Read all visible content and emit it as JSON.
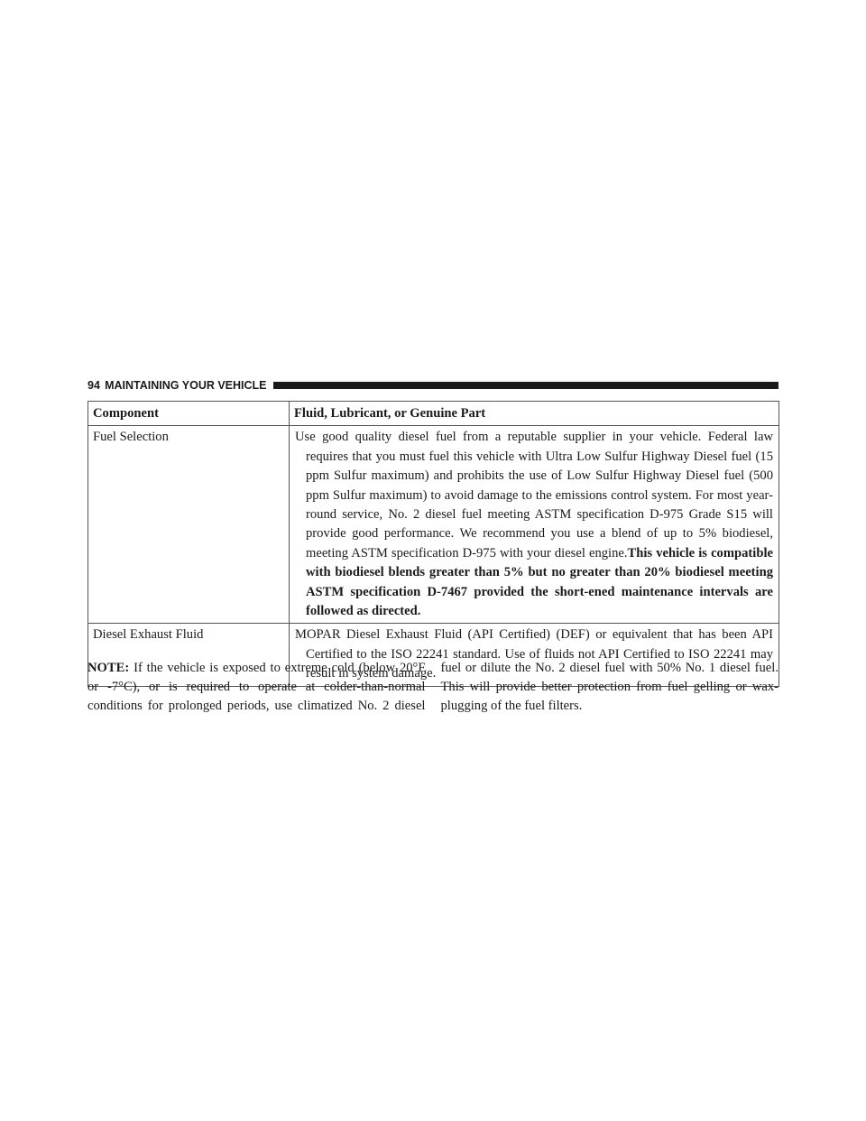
{
  "header": {
    "page_number": "94",
    "section_title": "MAINTAINING YOUR VEHICLE"
  },
  "table": {
    "columns": [
      "Component",
      "Fluid, Lubricant, or Genuine Part"
    ],
    "rows": [
      {
        "component": "Fuel Selection",
        "value": "Use good quality diesel fuel from a reputable supplier in your vehicle. Federal law requires that you must fuel this vehicle with Ultra Low Sulfur Highway Diesel fuel (15 ppm Sulfur maximum) and prohibits the use of Low Sulfur Highway Diesel fuel (500 ppm Sulfur maximum) to avoid damage to the emissions control system. For most year-round service, No. 2 diesel fuel meeting ASTM specification D-975 Grade S15 will provide good performance. We recommend you use a blend of up to 5% biodiesel, meeting ASTM specification D-975 with your diesel engine.",
        "value_bold": "This vehicle is compatible with biodiesel blends greater than 5% but no greater than 20% biodiesel meeting ASTM specification D-7467 provided the short-ened maintenance intervals are followed as directed."
      },
      {
        "component": "Diesel Exhaust Fluid",
        "value": "MOPAR Diesel Exhaust Fluid (API Certified) (DEF) or equivalent that has been API Certified to the ISO 22241 standard. Use of fluids not API Certified to ISO 22241 may result in system damage."
      }
    ]
  },
  "note": {
    "label": "NOTE:",
    "text": "If the vehicle is exposed to extreme cold (below 20°F or -7°C), or is required to operate at colder-than-normal conditions for prolonged periods, use climatized No. 2 diesel fuel or dilute the No. 2 diesel fuel with 50% No. 1 diesel fuel. This will provide better protection from fuel gelling or wax-plugging of the fuel filters."
  }
}
